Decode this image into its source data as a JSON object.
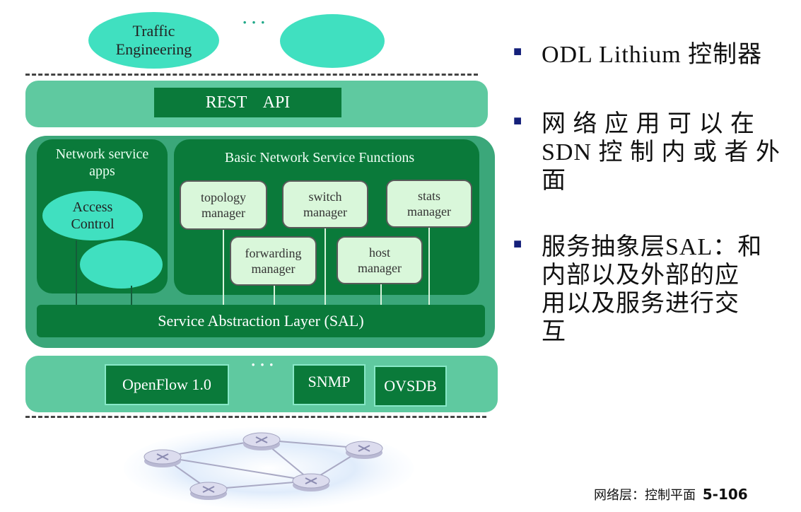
{
  "top_apps": {
    "traffic_engineering": "Traffic\nEngineering",
    "ellipsis": "· · ·"
  },
  "rest_api": "REST    API",
  "network_service_apps": {
    "title": "Network service\napps",
    "access_control": "Access\nControl"
  },
  "basic_functions": {
    "title": "Basic Network Service Functions",
    "items": [
      "topology\nmanager",
      "switch\nmanager",
      "stats\nmanager",
      "forwarding\nmanager",
      "host\nmanager"
    ]
  },
  "sal": "Service Abstraction Layer (SAL)",
  "southbound": {
    "openflow": "OpenFlow 1.0",
    "ellipsis": "· · ·",
    "snmp": "SNMP",
    "ovsdb": "OVSDB"
  },
  "bullets": [
    "ODL Lithium 控制器",
    "网 络 应 用 可 以 在\nSDN 控 制 内 或 者 外\n面",
    "服务抽象层SAL：和\n内部以及外部的应\n用以及服务进行交\n互"
  ],
  "footer": {
    "label": "网络层：控制平面",
    "page": "5-106"
  },
  "colors": {
    "ellipse": "#40E0C0",
    "panel_light": "#5FC9A0",
    "panel_mid": "#3BA77A",
    "panel_dark": "#0A7A3A",
    "pill": "#D9F7DA",
    "bullet_marker": "#14207a"
  }
}
